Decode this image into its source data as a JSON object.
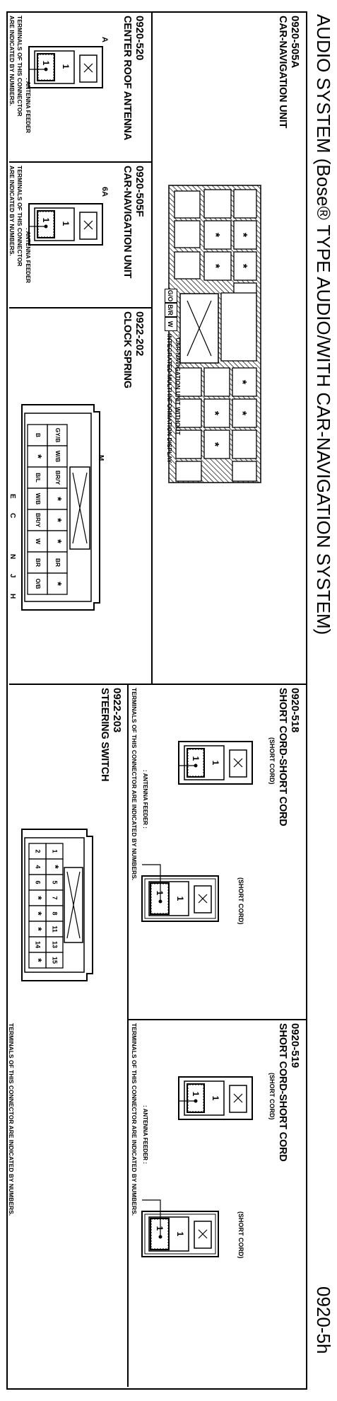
{
  "page": {
    "title": "AUDIO SYSTEM (Bose® TYPE AUDIO/WITH CAR-NAVIGATION SYSTEM)",
    "page_number": "0920-5h"
  },
  "common": {
    "antenna_feeder": ": ANTENNA FEEDER",
    "antenna_feeder_colon": ": ANTENNA FEEDER :",
    "terminals_note_1": "TERMINALS OF THIS CONNECTOR",
    "terminals_note_2": "ARE INDICATED BY NUMBERS.",
    "terminals_note_full": "TERMINALS OF THIS CONNECTOR ARE INDICATED BY NUMBERS.",
    "short_cord": "(SHORT CORD)",
    "star": "*"
  },
  "c505a": {
    "code": "0920-505A",
    "name": "CAR-NAVIGATION UNIT",
    "legend_1": ": CAR-NAVIGATION UNIT WITHOUT",
    "legend_2": "INTEGRATED MULTI INFORMATION DISPLAY",
    "legend_boxes": [
      "G/O",
      "B/R",
      "W"
    ]
  },
  "c520": {
    "code": "0920-520",
    "name": "CENTER ROOF ANTENNA",
    "letter": "A",
    "pin": "1"
  },
  "c505f": {
    "code": "0920-505F",
    "name": "CAR-NAVIGATION UNIT",
    "letter": "6A",
    "pin": "1"
  },
  "c202": {
    "code": "0922-202",
    "name": "CLOCK SPRING",
    "letters": [
      "M",
      "E",
      "C",
      "N",
      "J",
      "H"
    ],
    "grid": [
      [
        "GY/B",
        "W/B",
        "BR/Y",
        "*",
        "*",
        "*",
        "BR",
        "*"
      ],
      [
        "B",
        "*",
        "B/L",
        "W/B",
        "BR/Y",
        "W",
        "BR",
        "O/B"
      ]
    ]
  },
  "c518": {
    "code": "0920-518",
    "name": "SHORT CORD-SHORT CORD",
    "pin": "1"
  },
  "c203": {
    "code": "0922-203",
    "name": "STEERING SWITCH",
    "grid": [
      [
        "1",
        "*",
        "5",
        "7",
        "8",
        "11",
        "13",
        "15"
      ],
      [
        "2",
        "4",
        "6",
        "*",
        "*",
        "*",
        "14",
        "*"
      ]
    ]
  },
  "c519": {
    "code": "0920-519",
    "name": "SHORT CORD-SHORT CORD",
    "pin": "1"
  }
}
